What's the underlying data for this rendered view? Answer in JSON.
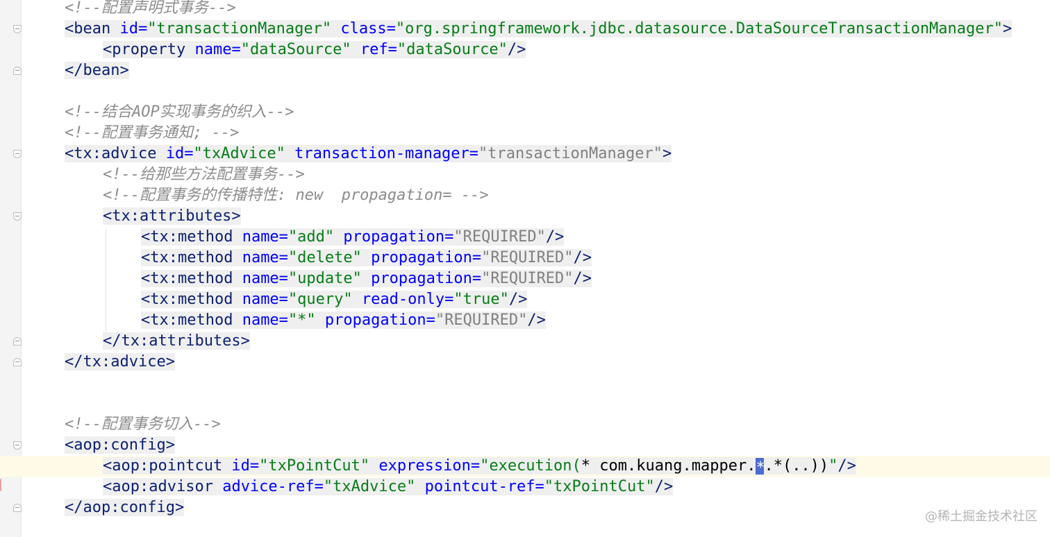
{
  "editor": {
    "lines": [
      {
        "indent": 0,
        "tokens": [
          {
            "k": "c",
            "t": "<!--配置声明式事务-->"
          }
        ]
      },
      {
        "indent": 0,
        "tokens": [
          {
            "k": "tg",
            "t": "<bean"
          },
          {
            "k": "a",
            "t": " id="
          },
          {
            "k": "v",
            "t": "\"transactionManager\""
          },
          {
            "k": "a",
            "t": " class="
          },
          {
            "k": "v",
            "t": "\"org.springframework.jdbc.datasource.DataSourceTransactionManager\""
          },
          {
            "k": "tg",
            "t": ">"
          }
        ]
      },
      {
        "indent": 1,
        "tokens": [
          {
            "k": "tg",
            "t": "<property"
          },
          {
            "k": "a",
            "t": " name="
          },
          {
            "k": "v",
            "t": "\"dataSource\""
          },
          {
            "k": "a",
            "t": " ref="
          },
          {
            "k": "v",
            "t": "\"dataSource\""
          },
          {
            "k": "tg",
            "t": "/>"
          }
        ]
      },
      {
        "indent": 0,
        "tokens": [
          {
            "k": "tg",
            "t": "</bean>"
          }
        ]
      },
      {
        "indent": 0,
        "tokens": []
      },
      {
        "indent": 0,
        "tokens": [
          {
            "k": "c",
            "t": "<!--结合AOP实现事务的织入-->"
          }
        ]
      },
      {
        "indent": 0,
        "tokens": [
          {
            "k": "c",
            "t": "<!--配置事务通知; -->"
          }
        ]
      },
      {
        "indent": 0,
        "tokens": [
          {
            "k": "tg",
            "t": "<tx:advice"
          },
          {
            "k": "a",
            "t": " id="
          },
          {
            "k": "v",
            "t": "\"txAdvice\""
          },
          {
            "k": "a",
            "t": " transaction-manager="
          },
          {
            "k": "vg",
            "t": "\"transactionManager\""
          },
          {
            "k": "tg",
            "t": ">"
          }
        ]
      },
      {
        "indent": 1,
        "tokens": [
          {
            "k": "c",
            "t": "<!--给那些方法配置事务-->"
          }
        ]
      },
      {
        "indent": 1,
        "tokens": [
          {
            "k": "c",
            "t": "<!--配置事务的传播特性: new  propagation= -->"
          }
        ]
      },
      {
        "indent": 1,
        "tokens": [
          {
            "k": "tg",
            "t": "<tx:attributes>"
          }
        ]
      },
      {
        "indent": 2,
        "tokens": [
          {
            "k": "tg",
            "t": "<tx:method"
          },
          {
            "k": "a",
            "t": " name="
          },
          {
            "k": "v",
            "t": "\"add\""
          },
          {
            "k": "a",
            "t": " propagation="
          },
          {
            "k": "vg",
            "t": "\"REQUIRED\""
          },
          {
            "k": "tg",
            "t": "/>"
          }
        ]
      },
      {
        "indent": 2,
        "tokens": [
          {
            "k": "tg",
            "t": "<tx:method"
          },
          {
            "k": "a",
            "t": " name="
          },
          {
            "k": "v",
            "t": "\"delete\""
          },
          {
            "k": "a",
            "t": " propagation="
          },
          {
            "k": "vg",
            "t": "\"REQUIRED\""
          },
          {
            "k": "tg",
            "t": "/>"
          }
        ]
      },
      {
        "indent": 2,
        "tokens": [
          {
            "k": "tg",
            "t": "<tx:method"
          },
          {
            "k": "a",
            "t": " name="
          },
          {
            "k": "v",
            "t": "\"update\""
          },
          {
            "k": "a",
            "t": " propagation="
          },
          {
            "k": "vg",
            "t": "\"REQUIRED\""
          },
          {
            "k": "tg",
            "t": "/>"
          }
        ]
      },
      {
        "indent": 2,
        "tokens": [
          {
            "k": "tg",
            "t": "<tx:method"
          },
          {
            "k": "a",
            "t": " name="
          },
          {
            "k": "v",
            "t": "\"query\""
          },
          {
            "k": "a",
            "t": " read-only="
          },
          {
            "k": "v",
            "t": "\"true\""
          },
          {
            "k": "tg",
            "t": "/>"
          }
        ]
      },
      {
        "indent": 2,
        "tokens": [
          {
            "k": "tg",
            "t": "<tx:method"
          },
          {
            "k": "a",
            "t": " name="
          },
          {
            "k": "v",
            "t": "\"*\""
          },
          {
            "k": "a",
            "t": " propagation="
          },
          {
            "k": "vg",
            "t": "\"REQUIRED\""
          },
          {
            "k": "tg",
            "t": "/>"
          }
        ]
      },
      {
        "indent": 1,
        "tokens": [
          {
            "k": "tg",
            "t": "</tx:attributes>"
          }
        ]
      },
      {
        "indent": 0,
        "tokens": [
          {
            "k": "tg",
            "t": "</tx:advice>"
          }
        ]
      },
      {
        "indent": 0,
        "tokens": []
      },
      {
        "indent": 0,
        "tokens": []
      },
      {
        "indent": 0,
        "tokens": [
          {
            "k": "c",
            "t": "<!--配置事务切入-->"
          }
        ]
      },
      {
        "indent": 0,
        "tokens": [
          {
            "k": "tg",
            "t": "<aop:config>"
          }
        ]
      },
      {
        "indent": 1,
        "caret": true,
        "tokens": [
          {
            "k": "tg",
            "t": "<aop:pointcut"
          },
          {
            "k": "a",
            "t": " id="
          },
          {
            "k": "v",
            "t": "\"txPointCut\""
          },
          {
            "k": "a",
            "t": " expression="
          },
          {
            "k": "v",
            "t": "\"execution("
          },
          {
            "k": "p",
            "t": "* com.kuang.mapper."
          },
          {
            "k": "cur",
            "t": "*"
          },
          {
            "k": "p",
            "t": ".*(..))"
          },
          {
            "k": "v",
            "t": "\""
          },
          {
            "k": "tg",
            "t": "/>"
          }
        ]
      },
      {
        "indent": 1,
        "tokens": [
          {
            "k": "tg",
            "t": "<aop:advisor"
          },
          {
            "k": "a",
            "t": " advice-ref="
          },
          {
            "k": "v",
            "t": "\"txAdvice\""
          },
          {
            "k": "a",
            "t": " pointcut-ref="
          },
          {
            "k": "v",
            "t": "\"txPointCut\""
          },
          {
            "k": "tg",
            "t": "/>"
          }
        ]
      },
      {
        "indent": 0,
        "tokens": [
          {
            "k": "tg",
            "t": "</aop:config>"
          }
        ]
      }
    ]
  },
  "watermark": "@稀土掘金技术社区"
}
